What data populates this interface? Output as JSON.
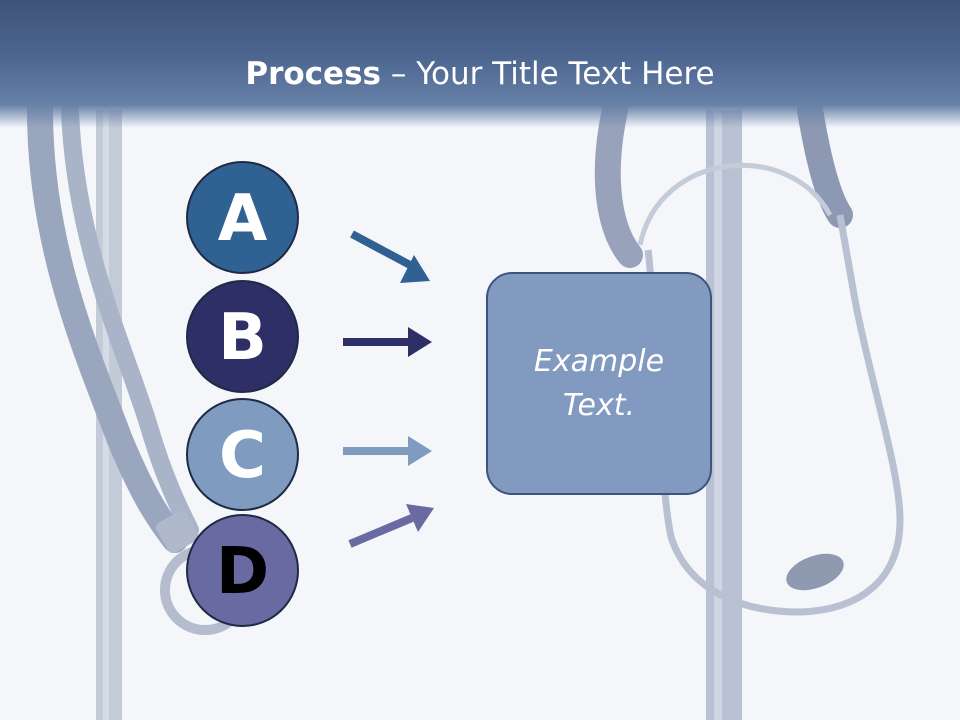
{
  "slide": {
    "title_bold": "Process",
    "title_rest": " – Your Title Text Here"
  },
  "steps": [
    {
      "letter": "A",
      "color": "#2f6293",
      "arrow_color": "#2f6293"
    },
    {
      "letter": "B",
      "color": "#2e2f66",
      "arrow_color": "#2e2f66"
    },
    {
      "letter": "C",
      "color": "#7f9bc0",
      "arrow_color": "#7f9bc0"
    },
    {
      "letter": "D",
      "color": "#6a6aa2",
      "arrow_color": "#6a6aa2"
    }
  ],
  "target_box": {
    "text": "Example Text.",
    "color": "#829ac0"
  },
  "background": {
    "image": "stethoscope"
  }
}
